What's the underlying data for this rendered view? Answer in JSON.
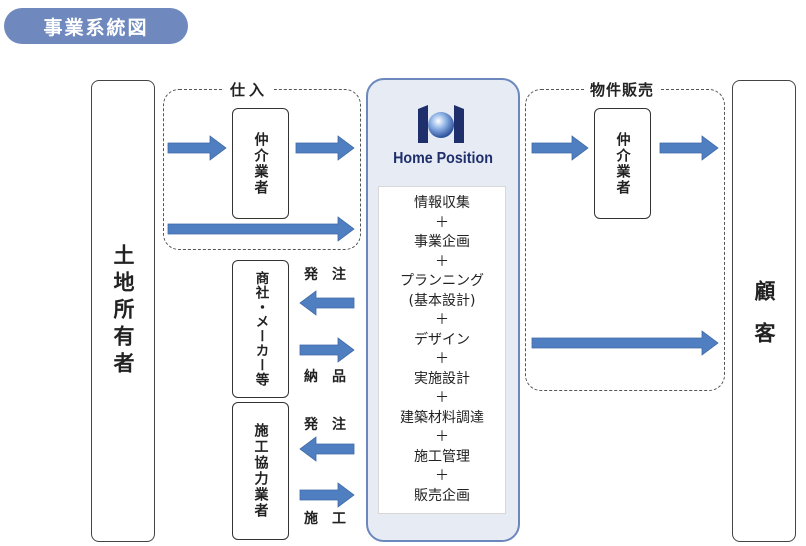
{
  "header": {
    "title": "事業系統図"
  },
  "left_party": "土地所有者",
  "right_party": "顧　客",
  "groups": {
    "purchase": {
      "label": "仕入",
      "broker": "仲介業者"
    },
    "sales": {
      "label": "物件販売",
      "broker": "仲介業者"
    }
  },
  "suppliers": {
    "name": "商社・メーカー等",
    "order_label": "発注",
    "delivery_label": "納品"
  },
  "contractors": {
    "name": "施工協力業者",
    "order_label": "発注",
    "construction_label": "施工"
  },
  "company": {
    "name": "Home Position",
    "processes": [
      "情報収集",
      "事業企画",
      "プランニング",
      "(基本設計)",
      "デザイン",
      "実施設計",
      "建築材料調達",
      "施工管理",
      "販売企画"
    ],
    "separator": "＋"
  },
  "colors": {
    "arrow": "#4f7fc0",
    "accent": "#6f89bf",
    "logo": "#1f2f6b"
  }
}
